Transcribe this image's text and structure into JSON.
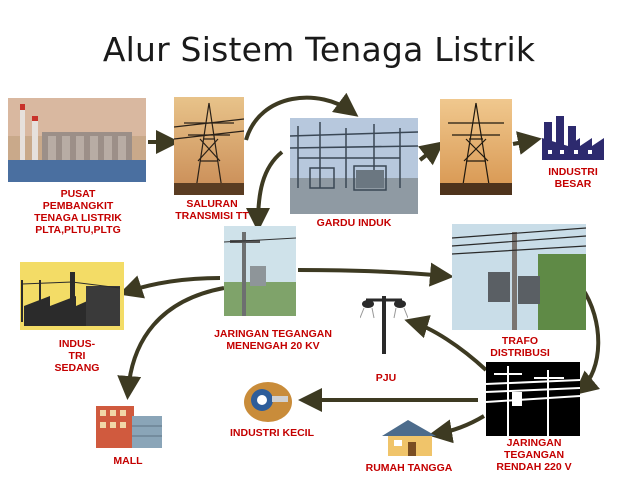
{
  "title": "Alur Sistem Tenaga Listrik",
  "labels": {
    "pusat": [
      "PUSAT",
      "PEMBANGKIT",
      "TENAGA LISTRIK",
      "PLTA,PLTU,PLTG"
    ],
    "saluran": [
      "SALURAN",
      "TRANSMISI TT"
    ],
    "gardu": [
      "GARDU INDUK"
    ],
    "industri_besar": [
      "INDUSTRI",
      "BESAR"
    ],
    "industri_sedang": [
      "INDUS-",
      "TRI",
      "SEDANG"
    ],
    "jaringan_menengah": [
      "JARINGAN TEGANGAN",
      "MENENGAH 20 KV"
    ],
    "trafo": [
      "TRAFO",
      "DISTRIBUSI"
    ],
    "pju": [
      "PJU"
    ],
    "mall": [
      "MALL"
    ],
    "industri_kecil": [
      "INDUSTRI KECIL"
    ],
    "rumah_tangga": [
      "RUMAH TANGGA"
    ],
    "jaringan_rendah": [
      "JARINGAN",
      "TEGANGAN",
      "RENDAH 220 V"
    ]
  },
  "colors": {
    "label": "#c40000",
    "arrow": "#3d3a22",
    "title": "#1a1a1a"
  },
  "icons": [
    "power-plant-photo",
    "transmission-tower-photo",
    "substation-photo",
    "factory-icon",
    "medium-voltage-pole-photo",
    "factory-building-icon",
    "distribution-transformer-photo",
    "street-light-icon",
    "mall-icon",
    "small-industry-icon",
    "house-icon",
    "low-voltage-pole-icon"
  ]
}
